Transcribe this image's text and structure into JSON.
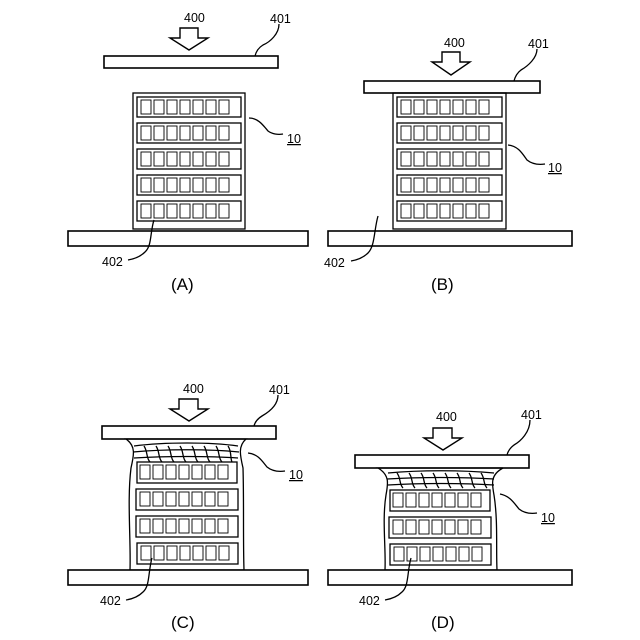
{
  "panels": [
    {
      "id": "A",
      "caption": "(A)",
      "labels": {
        "force": "400",
        "top_plate": "401",
        "structure": "10",
        "bottom_plate": "402"
      }
    },
    {
      "id": "B",
      "caption": "(B)",
      "labels": {
        "force": "400",
        "top_plate": "401",
        "structure": "10",
        "bottom_plate": "402"
      }
    },
    {
      "id": "C",
      "caption": "(C)",
      "labels": {
        "force": "400",
        "top_plate": "401",
        "structure": "10",
        "bottom_plate": "402"
      }
    },
    {
      "id": "D",
      "caption": "(D)",
      "labels": {
        "force": "400",
        "top_plate": "401",
        "structure": "10",
        "bottom_plate": "402"
      }
    }
  ],
  "colors": {
    "line": "#000000",
    "background": "#ffffff"
  }
}
